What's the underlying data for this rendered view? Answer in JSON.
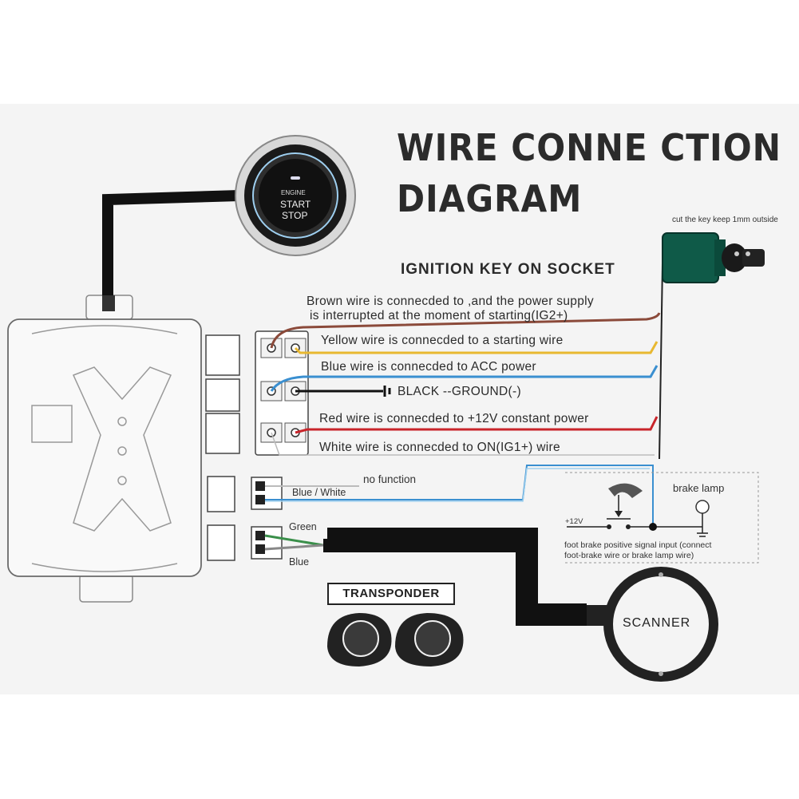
{
  "title_line1": "WIRE CONNE CTION",
  "title_line2": "DIAGRAM",
  "subtitle": "IGNITION KEY ON SOCKET",
  "key_note": "cut the key keep 1mm outside",
  "button": {
    "top": "ENGINE",
    "line1": "START",
    "line2": "STOP"
  },
  "wires": {
    "brown_line1": "Brown wire is connecded to ,and the power supply",
    "brown_line2": "is interrupted at the moment of starting(IG2+)",
    "yellow": "Yellow wire is connecded to a starting wire",
    "blue": "Blue wire is connecded to ACC power",
    "black": "BLACK --GROUND(-)",
    "red": "Red wire is connecded to +12V constant power",
    "white": "White wire is connecded to ON(IG1+) wire"
  },
  "aux": {
    "no_function": "no function",
    "blue_white": "Blue / White",
    "green": "Green",
    "blue": "Blue"
  },
  "brake": {
    "lamp": "brake lamp",
    "voltage": "+12V",
    "note_line1": "foot brake positive signal input (connect",
    "note_line2": "foot-brake wire or brake lamp wire)"
  },
  "transponder": "TRANSPONDER",
  "scanner": "SCANNER",
  "colors": {
    "brown": "#8b4a3a",
    "yellow": "#e8b830",
    "blue": "#3a8fd0",
    "black": "#111111",
    "red": "#c8242a",
    "white": "#ffffff",
    "key_socket": "#0f5a48"
  }
}
